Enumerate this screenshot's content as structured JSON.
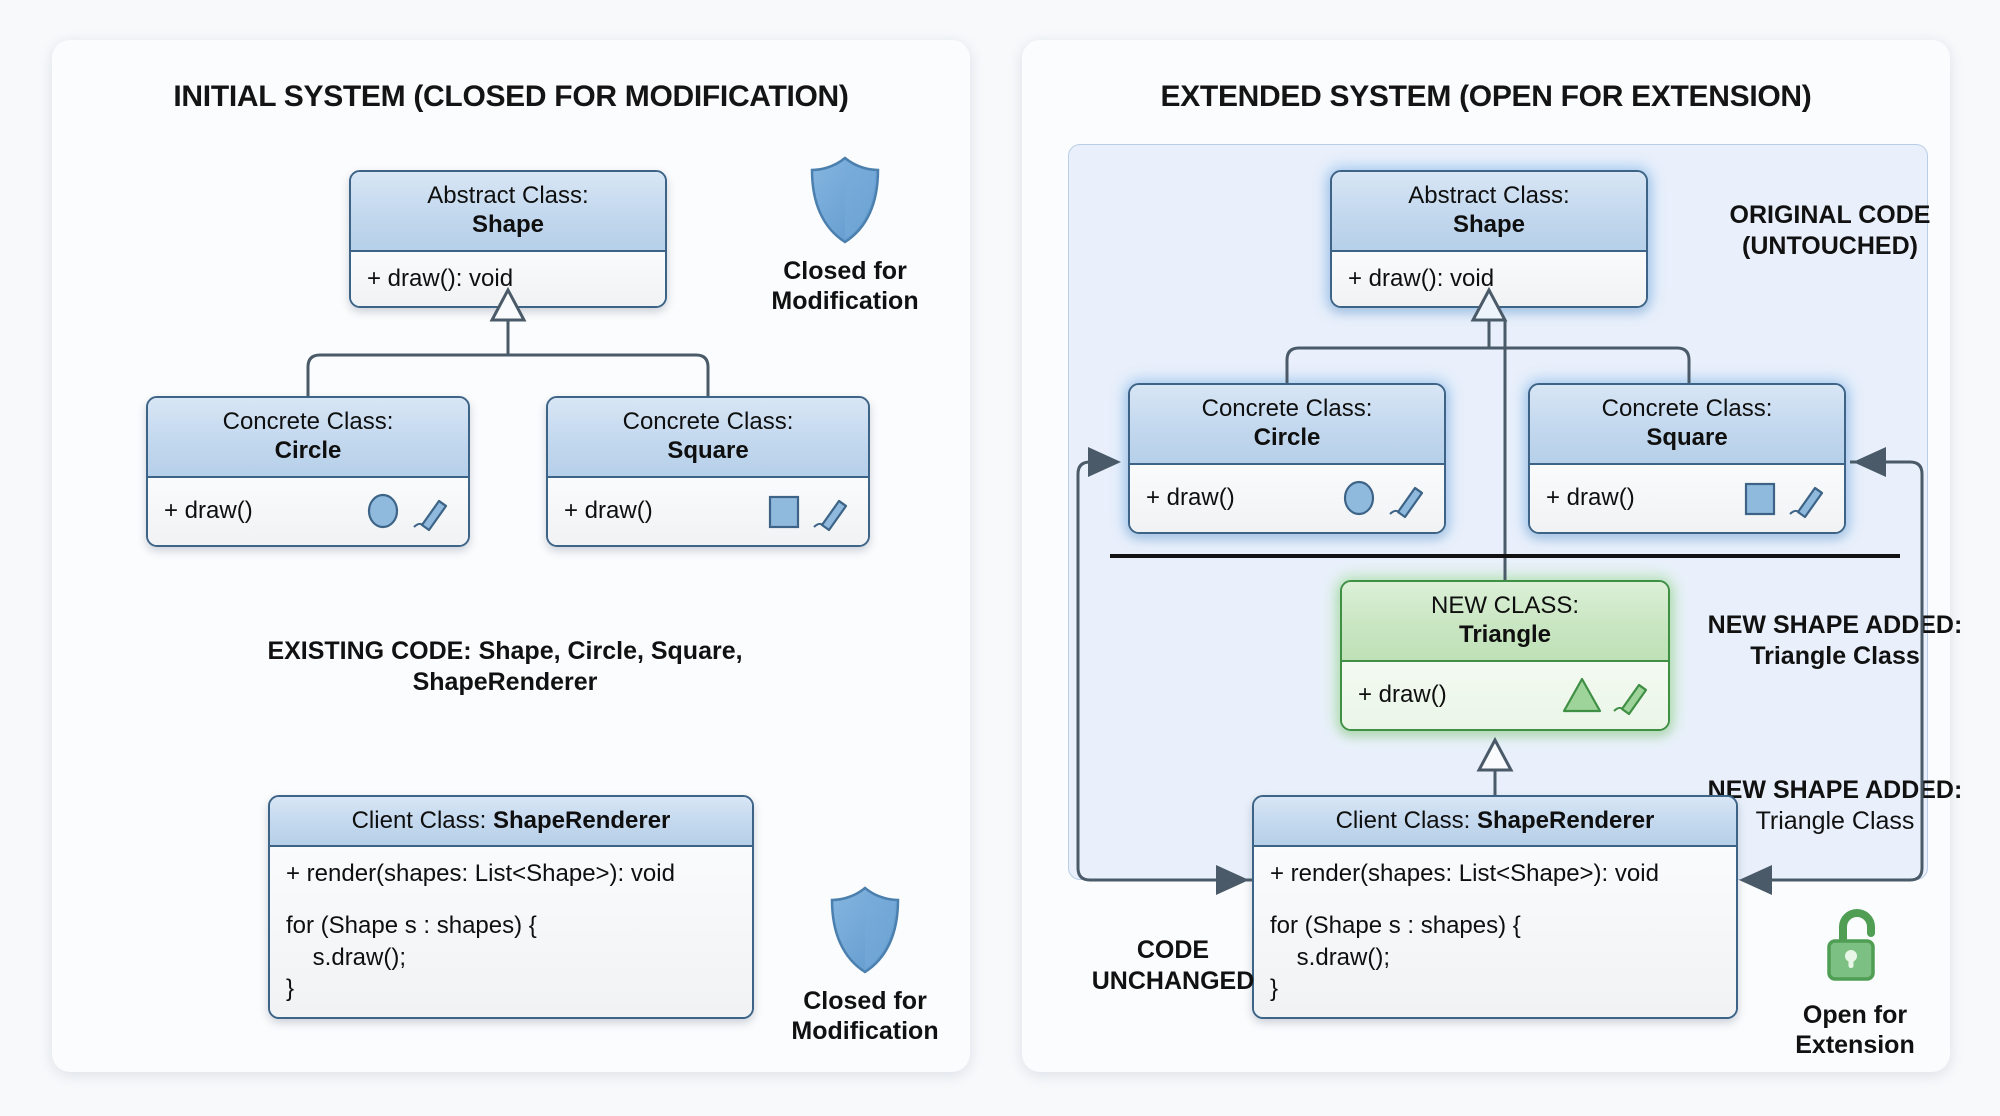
{
  "left_panel": {
    "title": "INITIAL SYSTEM (CLOSED FOR MODIFICATION)",
    "shape_class": {
      "stereotype": "Abstract Class:",
      "name": "Shape",
      "method": "+ draw(): void"
    },
    "circle_class": {
      "stereotype": "Concrete Class:",
      "name": "Circle",
      "method": "+ draw()",
      "shape_icon": "circle-icon",
      "pen_icon": "pen-icon"
    },
    "square_class": {
      "stereotype": "Concrete Class:",
      "name": "Square",
      "method": "+ draw()",
      "shape_icon": "square-icon",
      "pen_icon": "pen-icon"
    },
    "existing_code_note": "EXISTING CODE: Shape, Circle, Square, ShapeRenderer",
    "renderer_class": {
      "stereotype": "Client Class:",
      "name": "ShapeRenderer",
      "method": "+ render(shapes: List<Shape>): void",
      "code": "for (Shape s : shapes) {\n    s.draw();\n}"
    },
    "shield_top": {
      "icon": "shield-icon",
      "label_line1": "Closed for",
      "label_line2": "Modification"
    },
    "shield_bottom": {
      "icon": "shield-icon",
      "label_line1": "Closed for",
      "label_line2": "Modification"
    }
  },
  "right_panel": {
    "title": "EXTENDED SYSTEM (OPEN FOR EXTENSION)",
    "original_code_note_line1": "ORIGINAL CODE",
    "original_code_note_line2": "(UNTOUCHED)",
    "shape_class": {
      "stereotype": "Abstract Class:",
      "name": "Shape",
      "method": "+ draw(): void"
    },
    "circle_class": {
      "stereotype": "Concrete Class:",
      "name": "Circle",
      "method": "+ draw()",
      "shape_icon": "circle-icon",
      "pen_icon": "pen-icon"
    },
    "square_class": {
      "stereotype": "Concrete Class:",
      "name": "Square",
      "method": "+ draw()",
      "shape_icon": "square-icon",
      "pen_icon": "pen-icon"
    },
    "triangle_class": {
      "stereotype": "NEW CLASS:",
      "name": "Triangle",
      "method": "+ draw()",
      "shape_icon": "triangle-icon",
      "pen_icon": "pen-icon"
    },
    "renderer_class": {
      "stereotype": "Client Class:",
      "name": "ShapeRenderer",
      "method": "+ render(shapes: List<Shape>): void",
      "code": "for (Shape s : shapes) {\n    s.draw();\n}"
    },
    "new_shape_note_bold": "NEW SHAPE ADDED: Triangle Class",
    "new_shape_note_2_bold": "NEW SHAPE ADDED:",
    "new_shape_note_2_reg": "Triangle Class",
    "code_unchanged_line1": "CODE",
    "code_unchanged_line2": "UNCHANGED",
    "lock_badge": {
      "icon": "open-padlock-icon",
      "label_line1": "Open for",
      "label_line2": "Extension"
    }
  },
  "colors": {
    "panel_bg": "#fbfcfd",
    "page_bg": "#f7f9fb",
    "uml_border": "#3d6487",
    "uml_header_blue": "#c3d8ee",
    "green_border": "#3f8f45",
    "green_header": "#c9e6c2",
    "container_blue": "#e9f0fb",
    "shield_blue": "#6aa4d8",
    "lock_green": "#4f9e54",
    "connector": "#4a5a68"
  }
}
